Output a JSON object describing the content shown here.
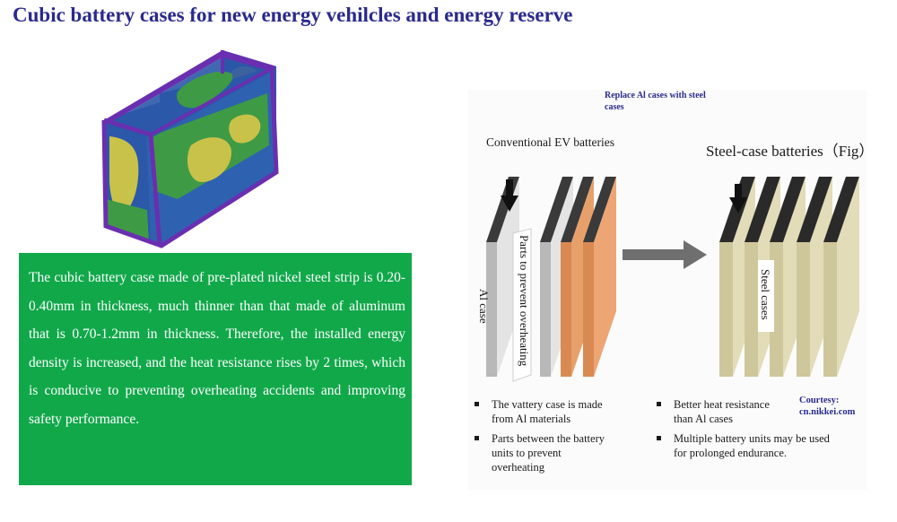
{
  "title": "Cubic battery cases for new energy vehilcles and energy reserve",
  "description": "The cubic battery case made of pre-plated nickel steel strip is 0.20-0.40mm in thickness, much thinner than that made of aluminum that is 0.70-1.2mm in thickness. Therefore, the installed energy density is increased, and the heat resistance rises by 2 times, which is conducive to preventing overheating accidents and improving safety performance.",
  "figure": {
    "note": "Replace Al cases with steel cases",
    "conventional_heading": "Conventional EV batteries",
    "steel_heading": "Steel-case batteries（Fig）",
    "label_parts": "Parts to prevent overheating",
    "label_al_case": "Al case",
    "label_steel_cases": "Steel cases",
    "left_bullets": [
      "The vattery case is made from Al materials",
      "Parts between the battery units to prevent overheating"
    ],
    "right_bullets": [
      "Better heat resistance than Al cases",
      "Multiple battery units may be used for prolonged endurance."
    ],
    "courtesy": "Courtesy: cn.nikkei.com"
  },
  "colors": {
    "title": "#2a2a8c",
    "green_panel": "#11a84a",
    "case_blue": "#2b58a8",
    "case_green": "#3f9a45",
    "case_yellow": "#c9c24a",
    "case_edge": "#6a2fb0",
    "al_plate": "#c9c9c9",
    "copper_plate": "#e0925a",
    "steel_plate": "#d8d2ac",
    "arrow": "#6f6f6f"
  }
}
